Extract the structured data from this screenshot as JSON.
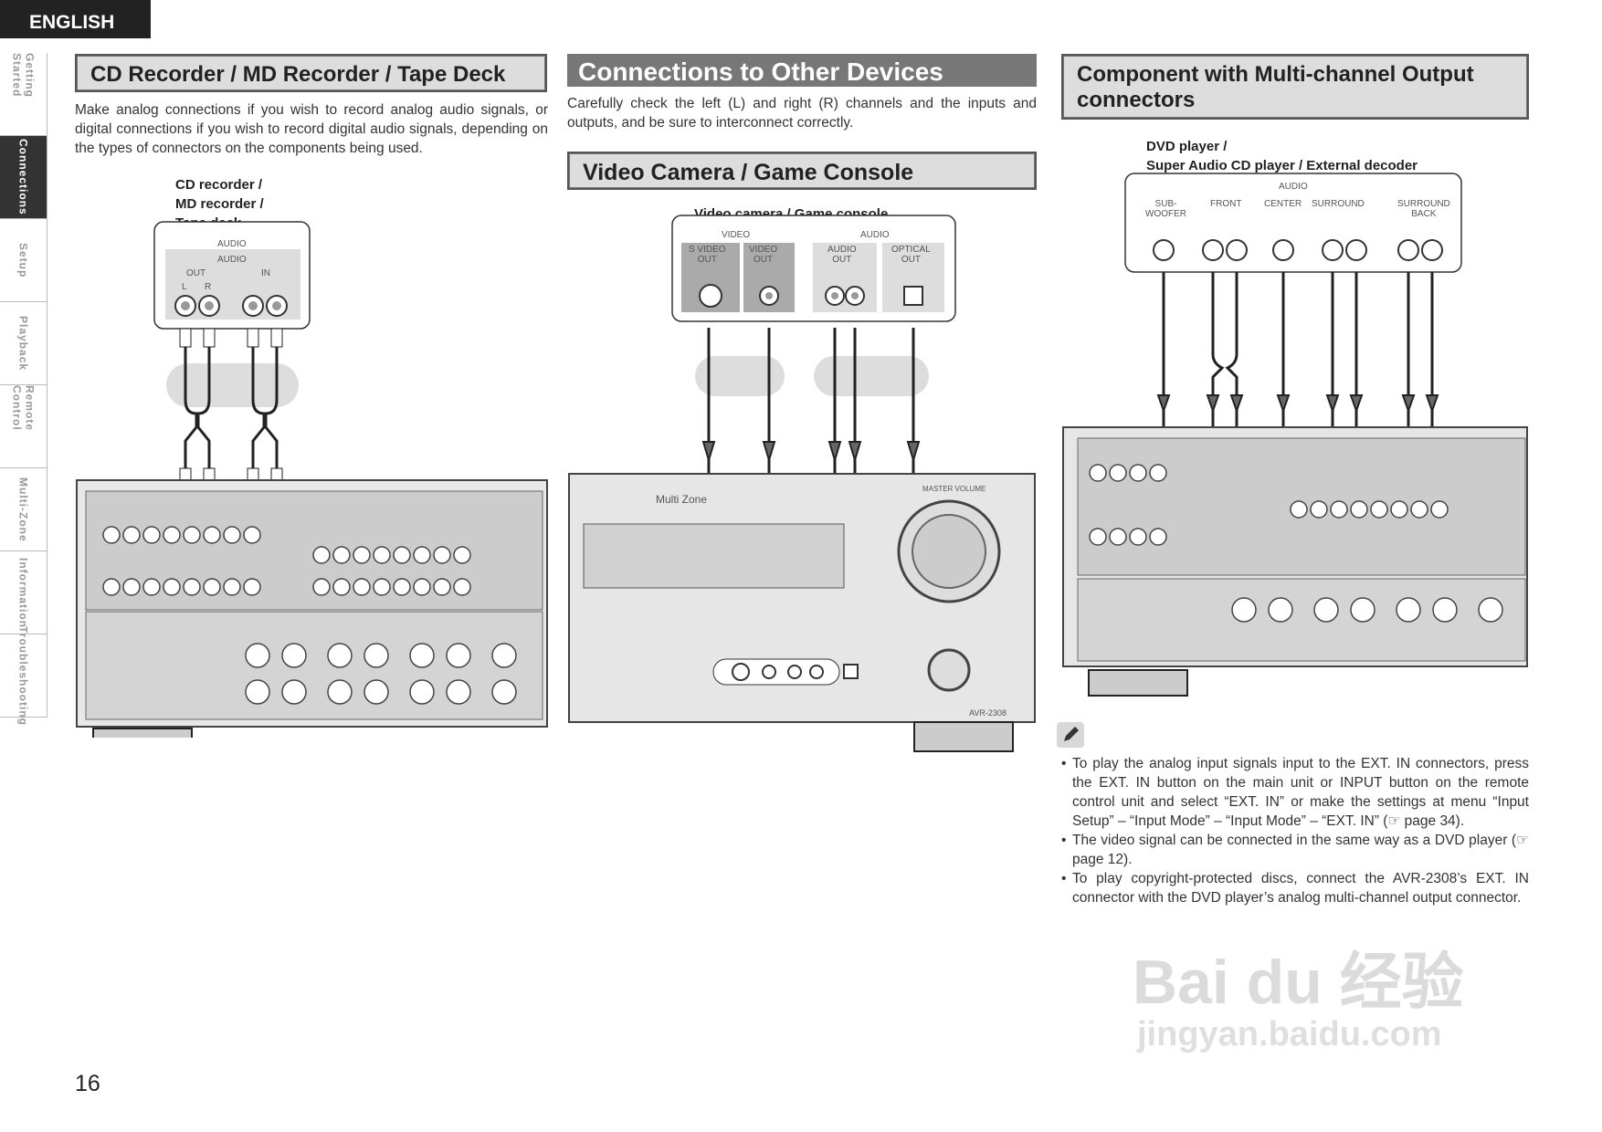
{
  "language_tab": "ENGLISH",
  "side_tabs": [
    {
      "label": "Getting Started",
      "active": false
    },
    {
      "label": "Connections",
      "active": true
    },
    {
      "label": "Setup",
      "active": false
    },
    {
      "label": "Playback",
      "active": false
    },
    {
      "label": "Remote Control",
      "active": false
    },
    {
      "label": "Multi-Zone",
      "active": false
    },
    {
      "label": "Information",
      "active": false
    },
    {
      "label": "Troubleshooting",
      "active": false
    }
  ],
  "page_number": "16",
  "col1": {
    "title": "CD Recorder / MD Recorder / Tape Deck",
    "text": "Make analog connections if you wish to record analog audio signals, or digital connections if you wish to record digital audio signals, depending on the types of connectors on the components being used.",
    "device_label": "CD recorder /\nMD recorder /\nTape deck",
    "audio": "AUDIO",
    "out": "OUT",
    "in": "IN",
    "l": "L",
    "r": "R"
  },
  "col2": {
    "title": "Connections to Other Devices",
    "text": "Carefully check the left (L) and right (R) channels and the inputs and outputs, and be sure to interconnect correctly.",
    "subtitle": "Video Camera / Game Console",
    "device_label": "Video camera / Game console",
    "video": "VIDEO",
    "audio": "AUDIO",
    "s_video_out": "S VIDEO\nOUT",
    "video_out": "VIDEO\nOUT",
    "audio_out": "AUDIO\nOUT",
    "optical_out": "OPTICAL\nOUT",
    "front_brand": "Multi Zone",
    "front_model": "AVR-2308",
    "front_volume": "MASTER VOLUME"
  },
  "col3": {
    "title": "Component with Multi-channel Output connectors",
    "device_label": "DVD player /\nSuper Audio CD player / External decoder",
    "audio": "AUDIO",
    "channels": [
      "SUB-\nWOOFER",
      "FRONT",
      "CENTER",
      "SURROUND",
      "SURROUND\nBACK"
    ],
    "notes": [
      "To play the analog input signals input to the EXT. IN connectors, press the EXT. IN button on the main unit or INPUT button on the remote control unit and select “EXT. IN” or make the settings at menu “Input Setup” – “Input Mode” – “Input Mode” – “EXT. IN” (☞ page 34).",
      "The video signal can be connected in the same way as a DVD player (☞ page 12).",
      "To play copyright-protected discs, connect the AVR-2308’s EXT. IN connector with the DVD player’s analog multi-channel output connector."
    ]
  },
  "watermark": {
    "main": "Bai du 经验",
    "url": "jingyan.baidu.com"
  },
  "colors": {
    "tab_dark": "#222222",
    "title_bg": "#dddddd",
    "dark_title_bg": "#777777",
    "panel_gray": "#bbbbbb"
  }
}
